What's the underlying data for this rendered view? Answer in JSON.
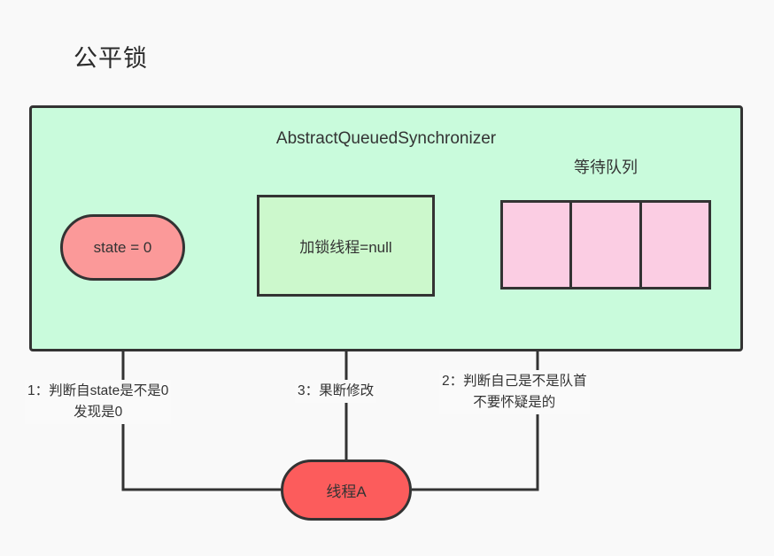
{
  "page": {
    "title": "公平锁",
    "background": "#f9f9f9"
  },
  "colors": {
    "container_fill": "#c9fbdc",
    "inner_box_fill": "#ccf8cc",
    "queue_fill": "#fbcde3",
    "state_fill": "#fb9999",
    "thread_fill": "#fc5c5c",
    "stroke": "#333333",
    "label_bg": "#fafafa"
  },
  "container": {
    "title": "AbstractQueuedSynchronizer"
  },
  "nodes": {
    "state": {
      "label": "state = 0"
    },
    "lock_thread": {
      "label": "加锁线程=null"
    },
    "thread_a": {
      "label": "线程A"
    }
  },
  "queue": {
    "label": "等待队列",
    "cells": [
      "",
      "",
      ""
    ]
  },
  "edge_labels": {
    "step1": "1：判断自state是不是0\n发现是0",
    "step2": "2：判断自己是不是队首\n不要怀疑是的",
    "step3": "3：果断修改"
  }
}
